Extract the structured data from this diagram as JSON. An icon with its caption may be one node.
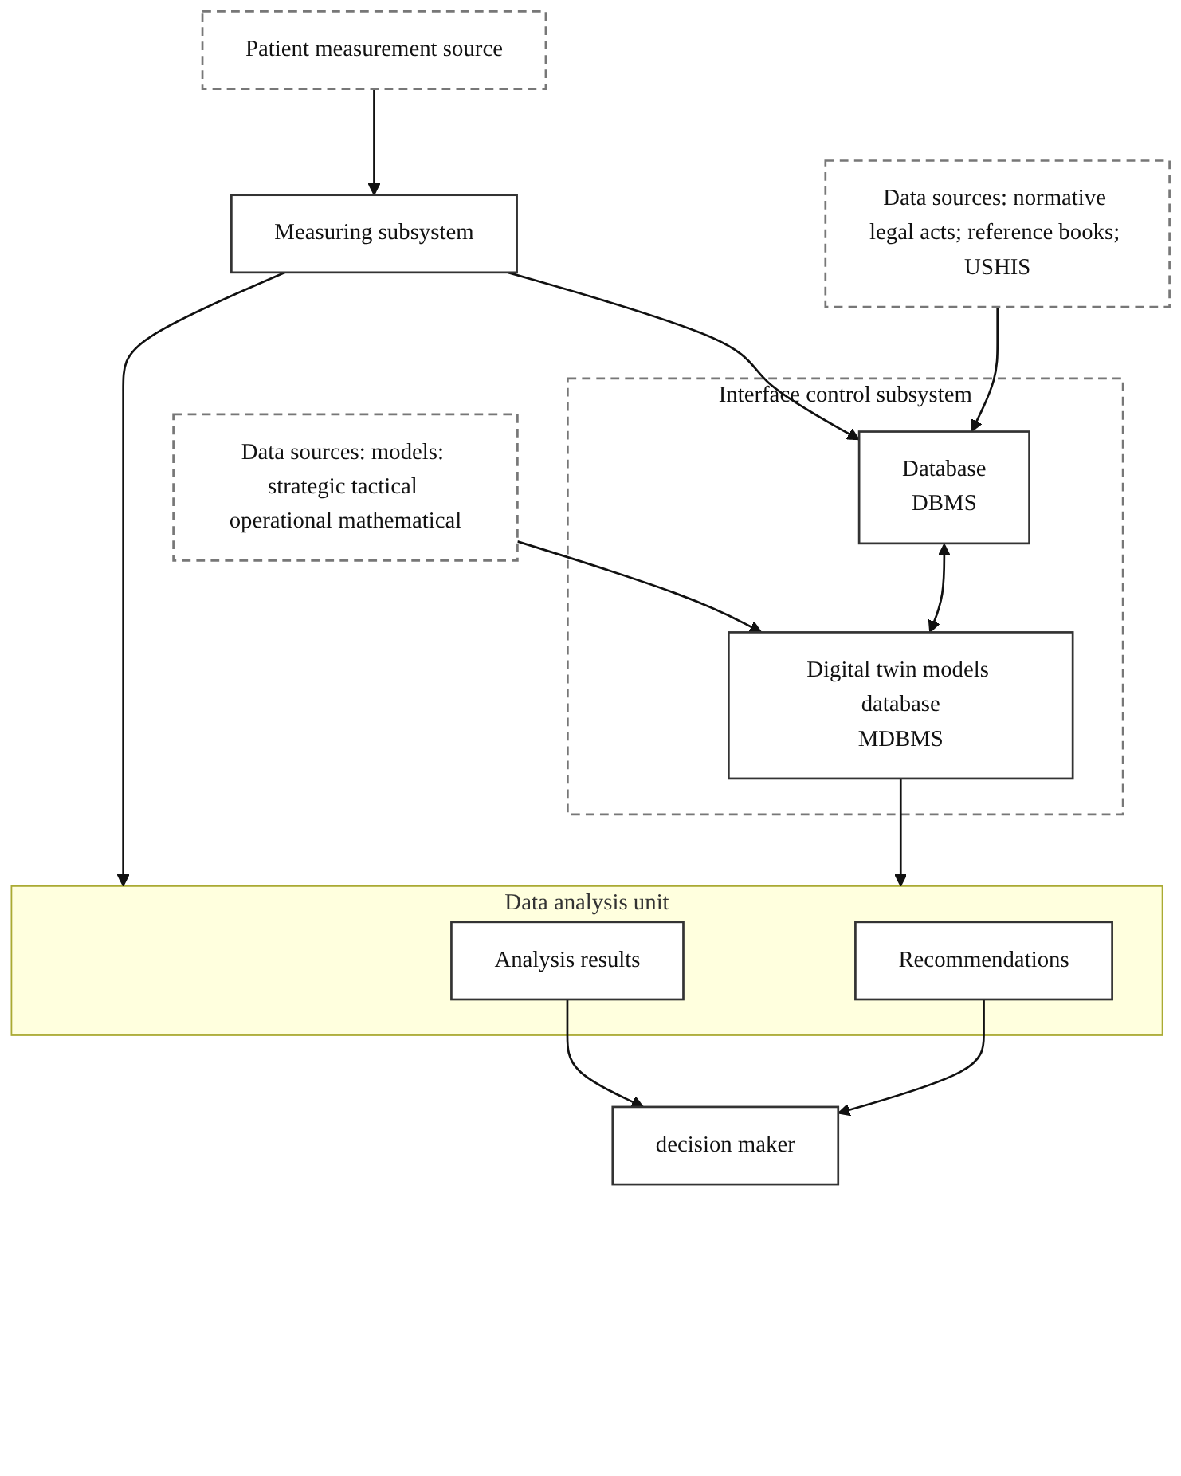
{
  "diagram": {
    "nodes": [
      {
        "text": [
          "Patient measurement source"
        ]
      },
      {
        "text": [
          "Measuring subsystem"
        ]
      },
      {
        "text": [
          "Interface control subsystem"
        ]
      },
      {
        "text": [
          "Data sources: normative legal acts; reference books; USHIS"
        ]
      },
      {
        "text": [
          "Database",
          "DBMS"
        ],
        "in": 2
      },
      {
        "text": [
          "Data sources: models: strategic tactical operational mathematical"
        ]
      },
      {
        "text": [
          "Digital twin models database",
          "MDBMS"
        ],
        "in": 2
      },
      {
        "text": [
          "Data analysis unit"
        ]
      },
      {
        "text": [
          "Analysis results"
        ],
        "in": 7
      },
      {
        "text": [
          "Recommendations"
        ],
        "in": 7
      },
      {
        "text": [
          "decision maker"
        ]
      }
    ],
    "edges": [
      {
        "from": 0,
        "to": 1,
        "arrow": "to"
      },
      {
        "from": 1,
        "to": 4,
        "arrow": "to"
      },
      {
        "from": 3,
        "to": 4,
        "arrow": "to"
      },
      {
        "from": 4,
        "to": 6,
        "arrow": "both"
      },
      {
        "from": 5,
        "to": 6,
        "arrow": "to"
      },
      {
        "from": 6,
        "to": 7,
        "arrow": "to"
      },
      {
        "from": 1,
        "to": 7,
        "arrow": "to"
      },
      {
        "from": 8,
        "to": 10,
        "arrow": "to"
      },
      {
        "from": 9,
        "to": 10,
        "arrow": "to"
      }
    ]
  }
}
